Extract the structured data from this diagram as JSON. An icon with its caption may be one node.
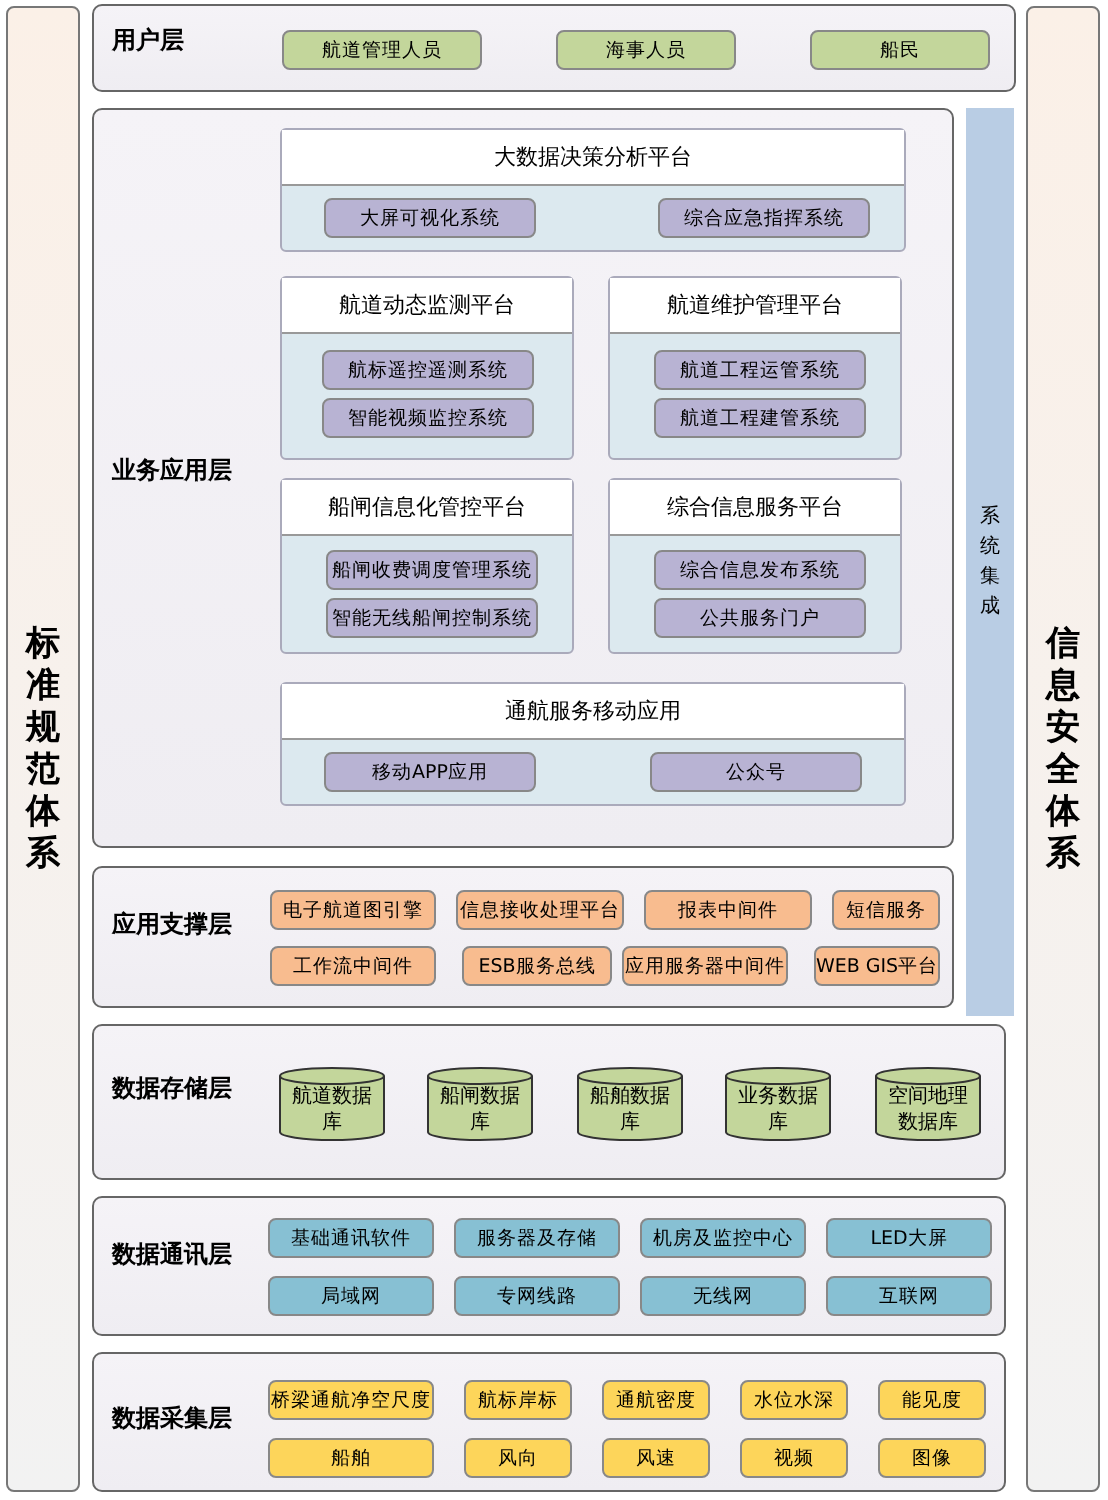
{
  "diagram": {
    "nodes": [
      {
        "text": [
          "标准规范体系"
        ]
      },
      {
        "text": [
          "用户层"
        ]
      },
      {
        "text": [
          "航道管理人员"
        ],
        "in": 1
      },
      {
        "text": [
          "海事人员"
        ],
        "in": 1
      },
      {
        "text": [
          "船民"
        ],
        "in": 1
      },
      {
        "text": [
          "业务应用层"
        ]
      },
      {
        "text": [
          "大数据决策分析平台"
        ],
        "in": 5
      },
      {
        "text": [
          "大屏可视化系统"
        ],
        "in": 6
      },
      {
        "text": [
          "综合应急指挥系统"
        ],
        "in": 6
      },
      {
        "text": [
          "航道动态监测平台"
        ],
        "in": 5
      },
      {
        "text": [
          "航标遥控遥测系统"
        ],
        "in": 9
      },
      {
        "text": [
          "智能视频监控系统"
        ],
        "in": 9
      },
      {
        "text": [
          "航道维护管理平台"
        ],
        "in": 5
      },
      {
        "text": [
          "航道工程运管系统"
        ],
        "in": 12
      },
      {
        "text": [
          "航道工程建管系统"
        ],
        "in": 12
      },
      {
        "text": [
          "船闸信息化管控平台"
        ],
        "in": 5
      },
      {
        "text": [
          "船闸收费调度管理系统"
        ],
        "in": 15
      },
      {
        "text": [
          "智能无线船闸控制系统"
        ],
        "in": 15
      },
      {
        "text": [
          "综合信息服务平台"
        ],
        "in": 5
      },
      {
        "text": [
          "综合信息发布系统"
        ],
        "in": 18
      },
      {
        "text": [
          "公共服务门户"
        ],
        "in": 18
      },
      {
        "text": [
          "通航服务移动应用"
        ],
        "in": 5
      },
      {
        "text": [
          "移动APP应用"
        ],
        "in": 21
      },
      {
        "text": [
          "公众号"
        ],
        "in": 21
      },
      {
        "text": [
          "系统集成"
        ]
      },
      {
        "text": [
          "应用支撑层"
        ]
      },
      {
        "text": [
          "电子航道图引擎"
        ],
        "in": 25
      },
      {
        "text": [
          "信息接收处理平台"
        ],
        "in": 25
      },
      {
        "text": [
          "报表中间件"
        ],
        "in": 25
      },
      {
        "text": [
          "短信服务"
        ],
        "in": 25
      },
      {
        "text": [
          "工作流中间件"
        ],
        "in": 25
      },
      {
        "text": [
          "ESB服务总线"
        ],
        "in": 25
      },
      {
        "text": [
          "应用服务器中间件"
        ],
        "in": 25
      },
      {
        "text": [
          "WEB GIS平台"
        ],
        "in": 25
      },
      {
        "text": [
          "数据存储层"
        ]
      },
      {
        "text": [
          "航道数据库"
        ],
        "in": 34
      },
      {
        "text": [
          "船闸数据库"
        ],
        "in": 34
      },
      {
        "text": [
          "船舶数据库"
        ],
        "in": 34
      },
      {
        "text": [
          "业务数据库"
        ],
        "in": 34
      },
      {
        "text": [
          "空间地理数据库"
        ],
        "in": 34
      },
      {
        "text": [
          "数据通讯层"
        ]
      },
      {
        "text": [
          "基础通讯软件"
        ],
        "in": 40
      },
      {
        "text": [
          "服务器及存储"
        ],
        "in": 40
      },
      {
        "text": [
          "机房及监控中心"
        ],
        "in": 40
      },
      {
        "text": [
          "LED大屏"
        ],
        "in": 40
      },
      {
        "text": [
          "局域网"
        ],
        "in": 40
      },
      {
        "text": [
          "专网线路"
        ],
        "in": 40
      },
      {
        "text": [
          "无线网"
        ],
        "in": 40
      },
      {
        "text": [
          "互联网"
        ],
        "in": 40
      },
      {
        "text": [
          "数据采集层"
        ]
      },
      {
        "text": [
          "桥梁通航净空尺度"
        ],
        "in": 49
      },
      {
        "text": [
          "航标岸标"
        ],
        "in": 49
      },
      {
        "text": [
          "通航密度"
        ],
        "in": 49
      },
      {
        "text": [
          "水位水深"
        ],
        "in": 49
      },
      {
        "text": [
          "能见度"
        ],
        "in": 49
      },
      {
        "text": [
          "船舶"
        ],
        "in": 49
      },
      {
        "text": [
          "风向"
        ],
        "in": 49
      },
      {
        "text": [
          "风速"
        ],
        "in": 49
      },
      {
        "text": [
          "视频"
        ],
        "in": 49
      },
      {
        "text": [
          "图像"
        ],
        "in": 49
      },
      {
        "text": [
          "信息安全体系"
        ]
      }
    ]
  }
}
